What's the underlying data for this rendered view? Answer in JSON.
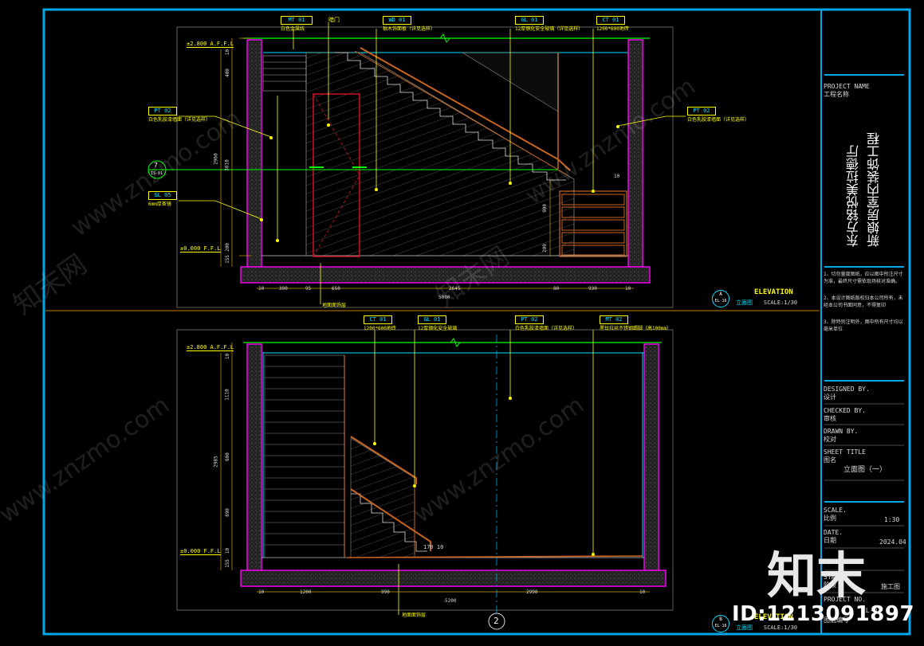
{
  "colors": {
    "frame": "#00a8e8",
    "wall": "#ff00ff",
    "dim": "#e0c000",
    "label": "#ffff00",
    "dimtext": "#d9d9d9",
    "glass": "#c8c8c8",
    "wood": "#c8641e",
    "green": "#00ff00",
    "red": "#d01020",
    "cyan": "#00e0ff"
  },
  "elev1": {
    "tags": [
      {
        "code": "MT  01",
        "desc": "白色金属线"
      },
      {
        "code": "",
        "desc": "暗门"
      },
      {
        "code": "WD  01",
        "desc": "柚木饰面板（详见选样）"
      },
      {
        "code": "GL  01",
        "desc": "12厚钢化安全玻璃（详见选样）"
      },
      {
        "code": "CT  01",
        "desc": "1200*600地砖"
      }
    ],
    "left_tags": [
      {
        "code": "PT  02",
        "desc": "白色乳胶漆墙面（详见选样）"
      },
      {
        "code": "GL  05",
        "desc": "6mm厚茶镜"
      }
    ],
    "right_tag": {
      "code": "PT  02",
      "desc": "白色乳胶漆墙面（详见选样）"
    },
    "level_top": "±2.800 A.F.F.L",
    "level_bottom": "±0.000 F.F.L",
    "vdims": [
      "10",
      "400",
      "3010",
      "2960",
      "200",
      "155"
    ],
    "vdim_right": [
      "900",
      "200",
      "10"
    ],
    "hdims": [
      "10",
      "390",
      "95",
      "650",
      "2645",
      "80",
      "930",
      "10"
    ],
    "total": "5000",
    "floor_note": "地面面饰层",
    "section_num": "7",
    "section_ref": "IS-01",
    "title": "ELEVATION",
    "sub": "立面图",
    "scale": "SCALE:1/30",
    "bubble": "A",
    "bubble_ref": "EL-16"
  },
  "elev2": {
    "tags": [
      {
        "code": "CT  01",
        "desc": "1200*600地砖"
      },
      {
        "code": "GL  01",
        "desc": "12厚钢化安全玻璃"
      },
      {
        "code": "PT  02",
        "desc": "白色乳胶漆墙面（详见选样）"
      },
      {
        "code": "MT  02",
        "desc": "黑钛拉丝不锈钢踢脚（高100mm）"
      }
    ],
    "level_top": "±2.800 A.F.F.L",
    "level_bottom": "±0.000 F.F.L",
    "vdims": [
      "10",
      "1110",
      "2985",
      "600",
      "890",
      "10",
      "155"
    ],
    "hdims": [
      "10",
      "1200",
      "990",
      "2990",
      "10"
    ],
    "total": "5200",
    "stair_note": "170 10",
    "floor_note": "地面面饰层",
    "circle": "2",
    "title": "ELEVATION",
    "sub": "立面图",
    "scale": "SCALE:1/30",
    "bubble": "B",
    "bubble_ref": "EL-16"
  },
  "titleblock": {
    "project_name_en": "PROJECT NAME",
    "project_name_cn": "工程名称",
    "project_title_line1": "东方铭悦美拉德厅",
    "project_title_line2": "新娘房室内装饰工程",
    "notes": [
      "1、切勿量度图纸，应以图中所注尺寸为准，最终尺寸需依现场核对准确。",
      "2、本设计图纸版权归本公司所有，未经本公司书面同意，不得复印",
      "3、除特别注明外，图中所有尺寸均以毫米单位"
    ],
    "designed_en": "DESIGNED BY.",
    "designed_cn": "设计",
    "checked_en": "CHECKED BY.",
    "checked_cn": "审核",
    "drawn_en": "DRAWN BY.",
    "drawn_cn": "校对",
    "sheet_title_en": "SHEET TITLE",
    "sheet_title_cn": "图名",
    "sheet_title_value": "立面图（一）",
    "scale_en": "SCALE.",
    "scale_cn": "比例",
    "scale_value": "1:30",
    "date_en": "DATE.",
    "date_cn": "日期",
    "date_value": "2024.04",
    "status_en": "STATUS.",
    "status_cn": "阶段",
    "status_value": "施工图",
    "project_no_en": "PROJECT NO.",
    "drawing_no_cn": "图纸编号",
    "drawing_no_value": "EL-01"
  },
  "watermark": {
    "logo": "知末",
    "id": "ID:1213091897",
    "site": "www.znzmo.com",
    "brand": "知末网"
  }
}
